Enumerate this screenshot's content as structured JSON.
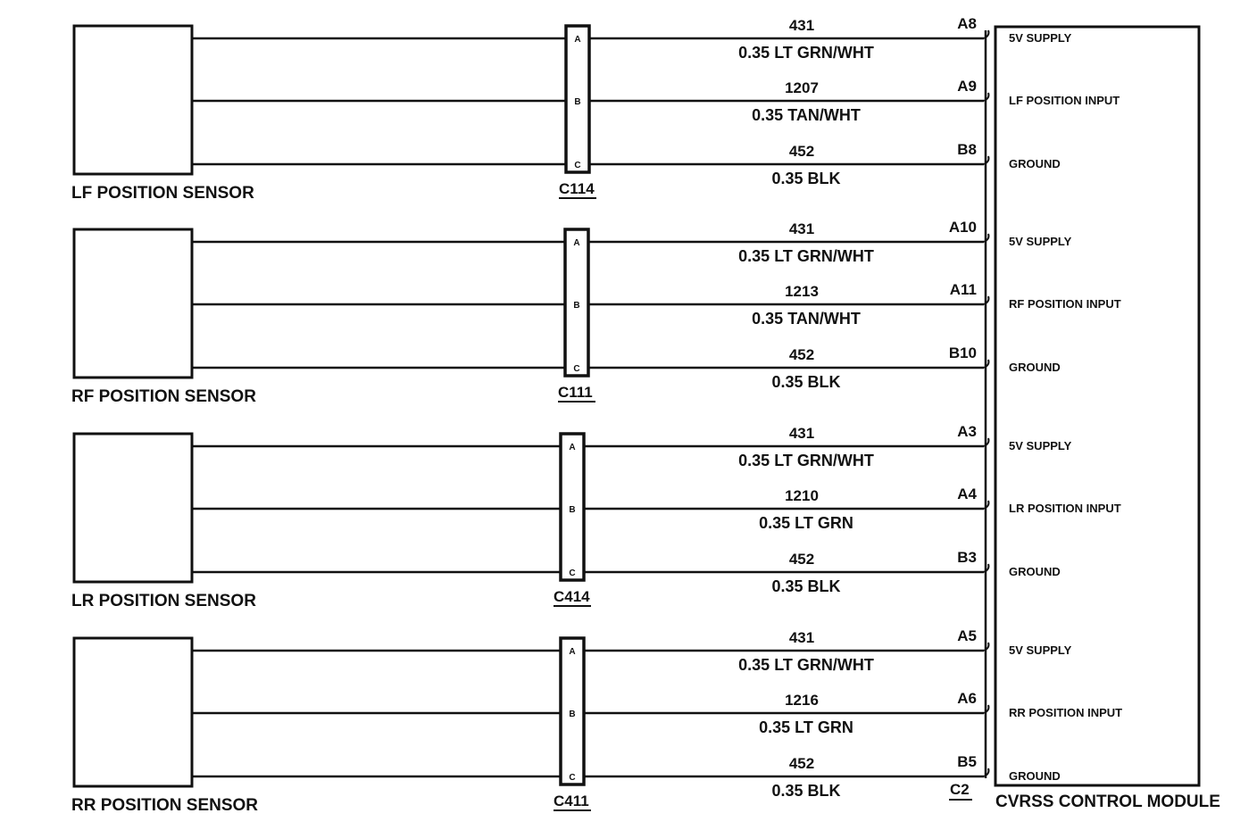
{
  "sensors": [
    {
      "label": "LF POSITION SENSOR",
      "connector": "C114",
      "wires": [
        {
          "pin": "A",
          "circuit": "431",
          "spec": "0.35 LT GRN/WHT",
          "module_pin": "A8",
          "function": "5V SUPPLY"
        },
        {
          "pin": "B",
          "circuit": "1207",
          "spec": "0.35 TAN/WHT",
          "module_pin": "A9",
          "function": "LF POSITION INPUT"
        },
        {
          "pin": "C",
          "circuit": "452",
          "spec": "0.35 BLK",
          "module_pin": "B8",
          "function": "GROUND"
        }
      ]
    },
    {
      "label": "RF POSITION SENSOR",
      "connector": "C111",
      "wires": [
        {
          "pin": "A",
          "circuit": "431",
          "spec": "0.35 LT GRN/WHT",
          "module_pin": "A10",
          "function": "5V SUPPLY"
        },
        {
          "pin": "B",
          "circuit": "1213",
          "spec": "0.35 TAN/WHT",
          "module_pin": "A11",
          "function": "RF POSITION INPUT"
        },
        {
          "pin": "C",
          "circuit": "452",
          "spec": "0.35 BLK",
          "module_pin": "B10",
          "function": "GROUND"
        }
      ]
    },
    {
      "label": "LR POSITION SENSOR",
      "connector": "C414",
      "wires": [
        {
          "pin": "A",
          "circuit": "431",
          "spec": "0.35 LT GRN/WHT",
          "module_pin": "A3",
          "function": "5V SUPPLY"
        },
        {
          "pin": "B",
          "circuit": "1210",
          "spec": "0.35 LT GRN",
          "module_pin": "A4",
          "function": "LR POSITION INPUT"
        },
        {
          "pin": "C",
          "circuit": "452",
          "spec": "0.35 BLK",
          "module_pin": "B3",
          "function": "GROUND"
        }
      ]
    },
    {
      "label": "RR POSITION SENSOR",
      "connector": "C411",
      "wires": [
        {
          "pin": "A",
          "circuit": "431",
          "spec": "0.35 LT GRN/WHT",
          "module_pin": "A5",
          "function": "5V SUPPLY"
        },
        {
          "pin": "B",
          "circuit": "1216",
          "spec": "0.35 LT GRN",
          "module_pin": "A6",
          "function": "RR POSITION INPUT"
        },
        {
          "pin": "C",
          "circuit": "452",
          "spec": "0.35 BLK",
          "module_pin": "B5",
          "function": "GROUND"
        }
      ]
    }
  ],
  "module": {
    "name": "CVRSS CONTROL MODULE",
    "connector": "C2"
  }
}
